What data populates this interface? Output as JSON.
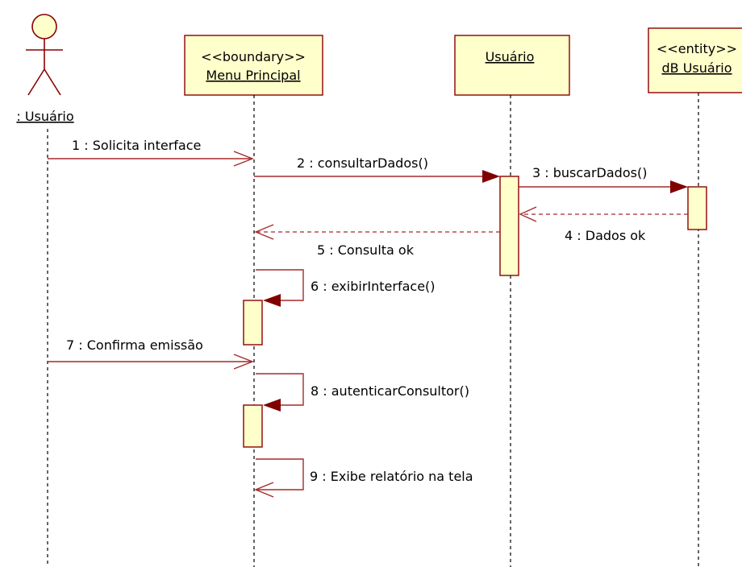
{
  "actor": {
    "name": ": Usuário"
  },
  "lifelines": [
    {
      "id": "menu",
      "stereotype": "<<boundary>>",
      "name": "Menu Principal"
    },
    {
      "id": "usuario",
      "stereotype": "",
      "name": "Usuário"
    },
    {
      "id": "db",
      "stereotype": "<<entity>>",
      "name": "dB Usuário"
    }
  ],
  "messages": [
    {
      "label": "1 : Solicita interface",
      "kind": "async"
    },
    {
      "label": "2 : consultarDados()",
      "kind": "sync"
    },
    {
      "label": "3 : buscarDados()",
      "kind": "sync"
    },
    {
      "label": "4 : Dados ok",
      "kind": "return"
    },
    {
      "label": "5 : Consulta ok",
      "kind": "return"
    },
    {
      "label": "6 : exibirInterface()",
      "kind": "self-sync"
    },
    {
      "label": "7 : Confirma emissão",
      "kind": "async"
    },
    {
      "label": "8 : autenticarConsultor()",
      "kind": "self-sync"
    },
    {
      "label": "9 : Exibe relatório na tela",
      "kind": "self-async"
    }
  ],
  "colors": {
    "box_fill": "#ffffcc",
    "border": "#8b0000",
    "message_line": "#a52a2a",
    "arrowhead": "#800000",
    "lifeline": "#000000",
    "text": "#000000"
  }
}
